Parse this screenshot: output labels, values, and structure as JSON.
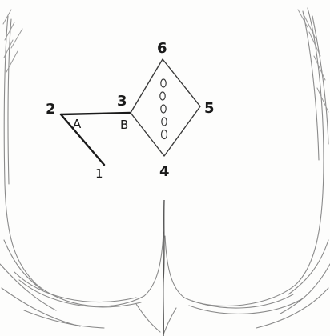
{
  "figure": {
    "point_labels": {
      "p1": "1",
      "p2": "2",
      "p3": "3",
      "p4": "4",
      "p5": "5",
      "p6": "6"
    },
    "angle_labels": {
      "a": "A",
      "b": "B"
    },
    "incision_marks": [
      "0",
      "0",
      "0",
      "0",
      "0"
    ],
    "colors": {
      "ink": "#1a1a1a",
      "sketch": "#8a8a8a",
      "paper": "#fdfdfc"
    }
  }
}
